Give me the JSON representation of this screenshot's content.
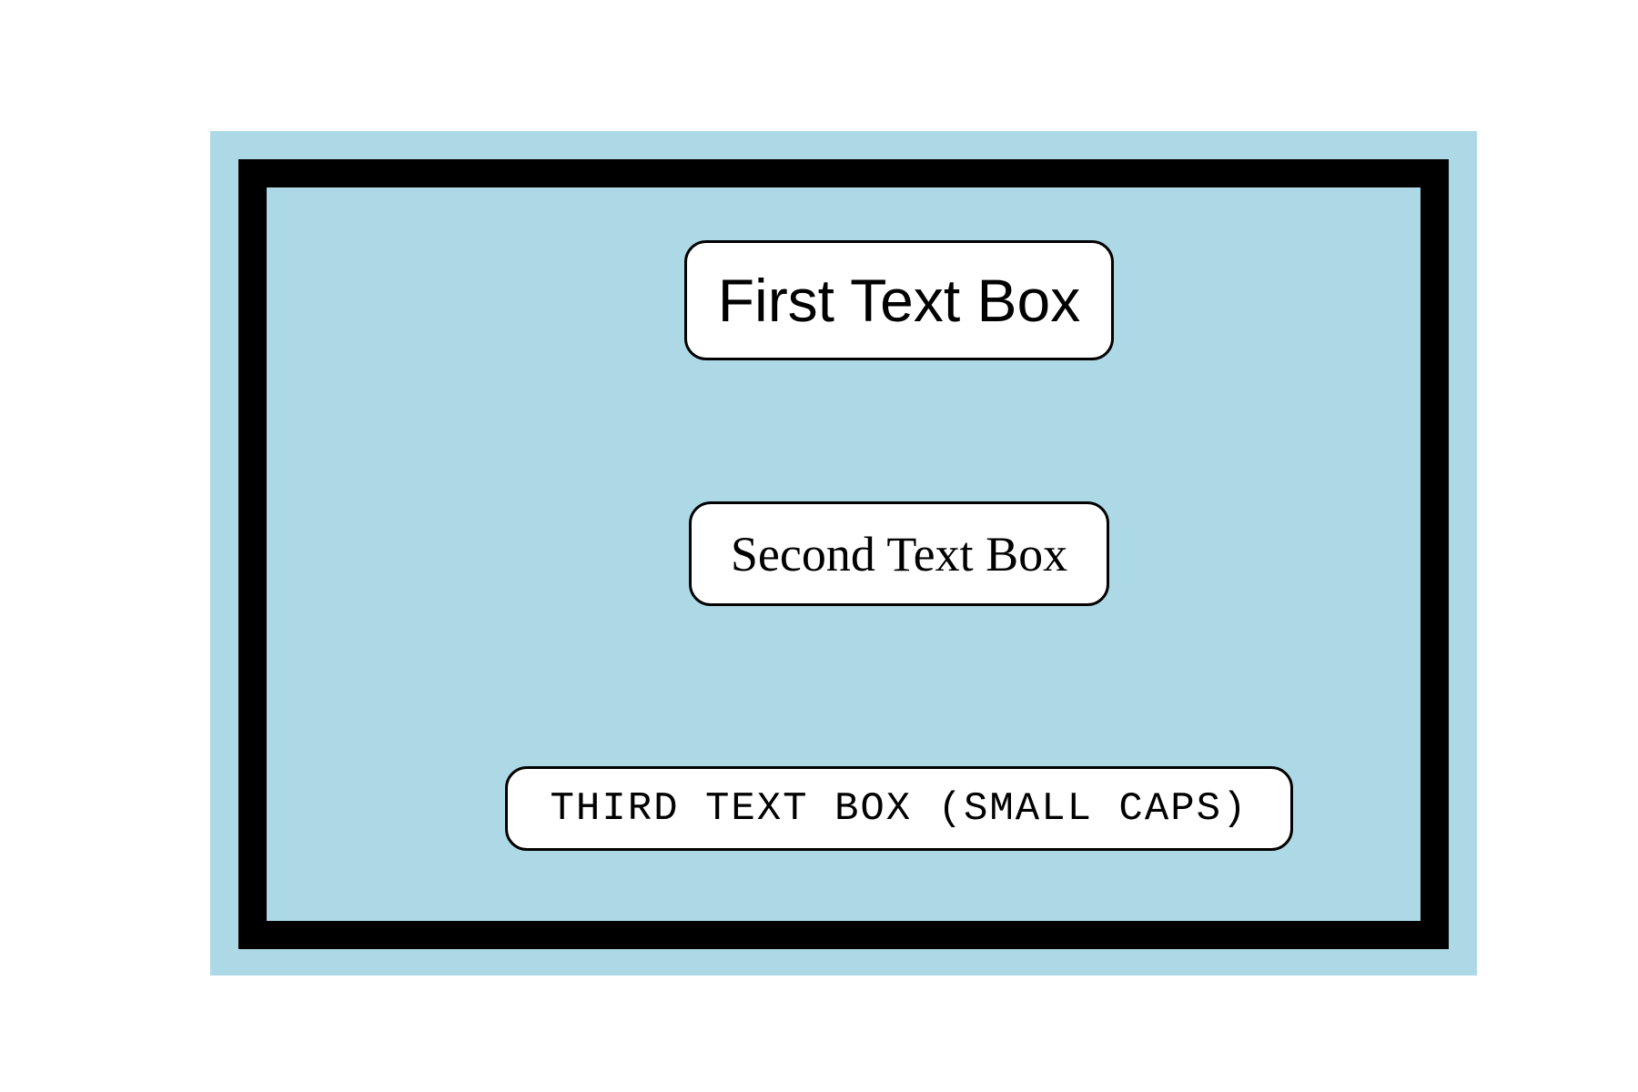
{
  "boxes": {
    "first": {
      "text": "First Text Box"
    },
    "second": {
      "text": "Second Text Box"
    },
    "third": {
      "text": "THIRD TEXT BOX (SMALL CAPS)"
    }
  },
  "colors": {
    "panel_background": "#add8e6",
    "frame_border": "#000000",
    "box_background": "#ffffff",
    "text": "#000000"
  }
}
